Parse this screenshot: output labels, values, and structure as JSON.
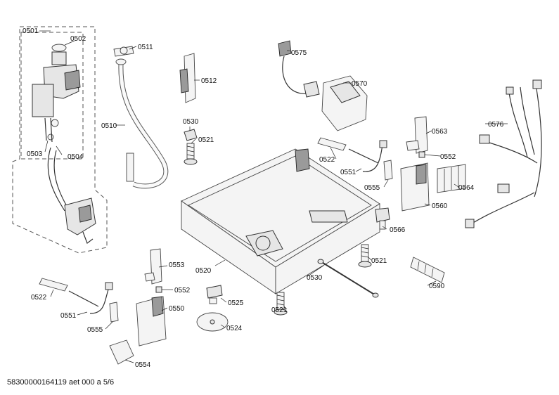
{
  "footer": {
    "doc_code": "58300000164119 aet 000 a 5/6"
  },
  "labels": {
    "l0501": "0501",
    "l0502": "0502",
    "l0503": "0503",
    "l0504": "0504",
    "l0510": "0510",
    "l0511": "0511",
    "l0512": "0512",
    "l0520": "0520",
    "l0521a": "0521",
    "l0521b": "0521",
    "l0521c": "0521",
    "l0522a": "0522",
    "l0522b": "0522",
    "l0524": "0524",
    "l0525": "0525",
    "l0530a": "0530",
    "l0530b": "0530",
    "l0550": "0550",
    "l0551a": "0551",
    "l0551b": "0551",
    "l0552a": "0552",
    "l0552b": "0552",
    "l0553": "0553",
    "l0554": "0554",
    "l0555a": "0555",
    "l0555b": "0555",
    "l0560": "0560",
    "l0563": "0563",
    "l0564": "0564",
    "l0566": "0566",
    "l0570": "0570",
    "l0575": "0575",
    "l0576": "0576",
    "l0590": "0590"
  }
}
